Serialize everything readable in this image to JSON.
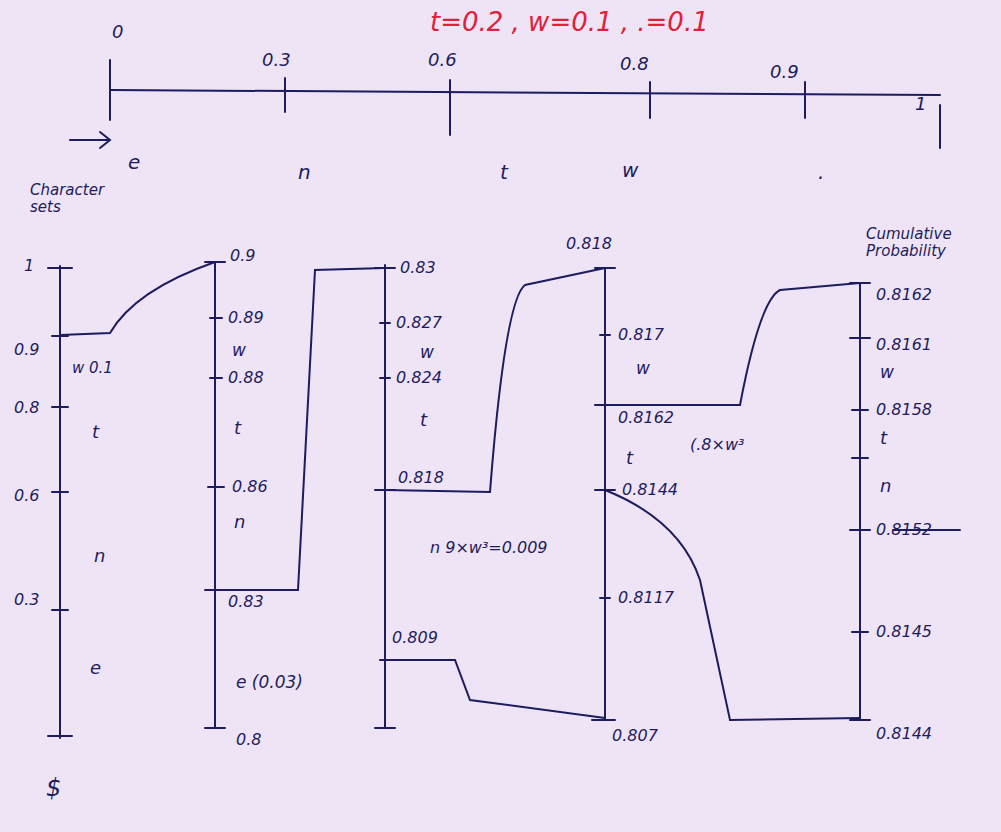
{
  "diagram": {
    "labels": [
      "t=0.2 , w=0.1 , .=0.1",
      "0",
      "0.3",
      "0.6",
      "0.8",
      "0.9",
      "1",
      "e",
      "n",
      "t",
      "w",
      ".",
      "Character sets",
      "Cumulative Probability",
      "1",
      "0.9",
      "w 0.1",
      "0.8",
      "t",
      "0.6",
      "n",
      "0.3",
      "e",
      "$",
      "0.9",
      "0.89",
      "w",
      "0.88",
      "t",
      "0.86",
      "n",
      "0.83",
      "e (0.03)",
      "0.8",
      "0.83",
      "0.827",
      "w",
      "0.824",
      "t",
      "0.818",
      "n 9×w³=0.009",
      "0.809",
      "0.818",
      "0.817",
      "w",
      "0.8162",
      "t",
      "0.8144",
      "(.8×w³",
      "0.8117",
      "0.807",
      "0.8162",
      "0.8161",
      "w",
      "0.8158",
      "t",
      "n",
      "0.8152",
      "0.8145",
      "0.8144"
    ]
  }
}
